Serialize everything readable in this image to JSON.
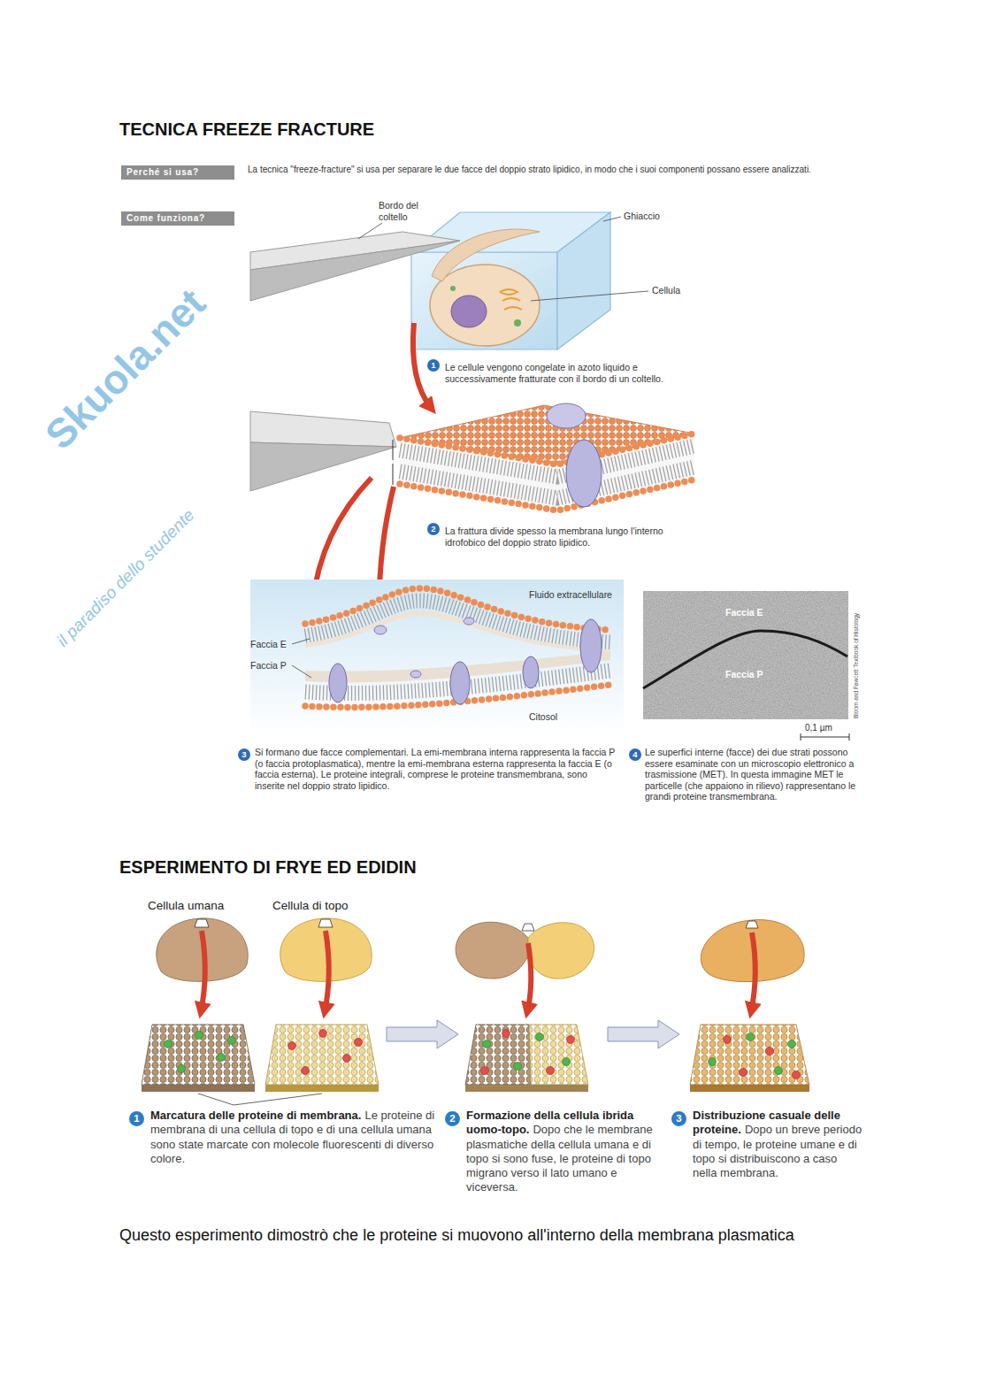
{
  "diagram": {
    "title": "TECNICA FREEZE FRACTURE",
    "caption": "Questo esperimento dimostrò che le proteine si muovono all'interno della membrana plasmatica",
    "nodes": [
      {
        "text": [
          "Perché si usa?"
        ]
      },
      {
        "text": [
          "Come funziona?"
        ]
      },
      {
        "text": [
          "1"
        ]
      },
      {
        "text": [
          "2"
        ]
      },
      {
        "text": [
          "3"
        ]
      },
      {
        "text": [
          "Faccia E",
          "Faccia P"
        ]
      },
      {
        "text": [
          "4"
        ]
      },
      {
        "text": [
          "1"
        ]
      },
      {
        "text": [
          "2"
        ]
      },
      {
        "text": [
          "3"
        ]
      }
    ],
    "labels": [
      "La tecnica \"freeze-fracture\" si usa per separare le due facce del doppio strato lipidico, in modo che i suoi componenti possano essere analizzati.",
      "Bordo del coltello",
      "Ghiaccio",
      "Cellula",
      "Le cellule vengono congelate in azoto liquido e successivamente fratturate con il bordo di un coltello.",
      "La frattura divide spesso la membrana lungo l'interno idrofobico del doppio strato lipidico.",
      "Fluido extracellulare",
      "Faccia E",
      "Faccia P",
      "Citosol",
      "Si formano due facce complementari. La emi-membrana interna rappresenta la faccia P (o faccia protoplasmatica), mentre la emi-membrana esterna rappresenta la faccia E (o faccia esterna). Le proteine integrali, comprese le proteine transmembrana, sono inserite nel doppio strato lipidico.",
      "0,1 µm",
      "Le superfici interne (facce) dei due strati possono essere esaminate con un microscopio elettronico a trasmissione (MET). In questa immagine MET le particelle (che appaiono in rilievo) rappresentano le grandi proteine transmembrana.",
      "Bloom and Fawcett Textbook of Histology",
      "ESPERIMENTO DI FRYE ED EDIDIN",
      "Cellula umana",
      "Cellula di topo",
      "Marcatura delle proteine di membrana.",
      "Le proteine di membrana di una cellula di topo e di una cellula umana sono state marcate con molecole fluorescenti di diverso colore.",
      "Formazione della cellula ibrida uomo-topo.",
      "Dopo che le membrane plasmatiche della cellula umana e di topo si sono fuse, le proteine di topo migrano verso il lato umano e viceversa.",
      "Distribuzione casuale delle proteine.",
      "Dopo un breve periodo di tempo, le proteine umane e di topo si distribuiscono a caso nella membrana.",
      "Skuola.net",
      "il paradiso dello studente"
    ]
  }
}
